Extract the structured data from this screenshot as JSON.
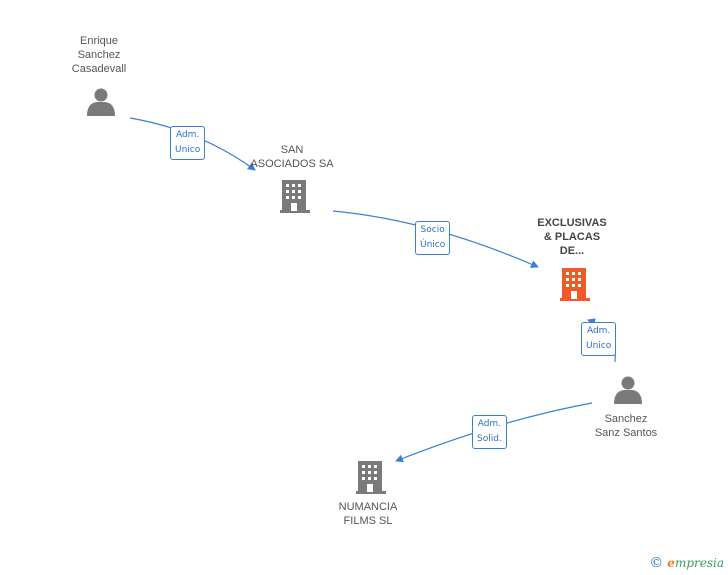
{
  "nodes": {
    "enrique": {
      "lines": [
        "Enrique",
        "Sanchez",
        "Casadevall"
      ],
      "type": "person"
    },
    "san": {
      "lines": [
        "SAN",
        "ASOCIADOS SA"
      ],
      "type": "company"
    },
    "exclusivas": {
      "lines": [
        "EXCLUSIVAS",
        "& PLACAS",
        "DE..."
      ],
      "type": "company-focus"
    },
    "sanchez": {
      "lines": [
        "Sanchez",
        "Sanz Santos"
      ],
      "type": "person"
    },
    "numancia": {
      "lines": [
        "NUMANCIA",
        "FILMS SL"
      ],
      "type": "company"
    }
  },
  "relations": {
    "r1": {
      "lines": [
        "Adm.",
        "Unico"
      ]
    },
    "r2": {
      "lines": [
        "Socio",
        "Único"
      ]
    },
    "r3": {
      "lines": [
        "Adm.",
        "Unico"
      ]
    },
    "r4": {
      "lines": [
        "Adm.",
        "Solid."
      ]
    }
  },
  "colors": {
    "edge": "#3a7fd5",
    "person": "#7a7a7a",
    "company": "#7a7a7a",
    "focus": "#f05a28"
  },
  "footer": {
    "copyright": "©",
    "brand_e": "e",
    "brand_rest": "mpresia"
  }
}
